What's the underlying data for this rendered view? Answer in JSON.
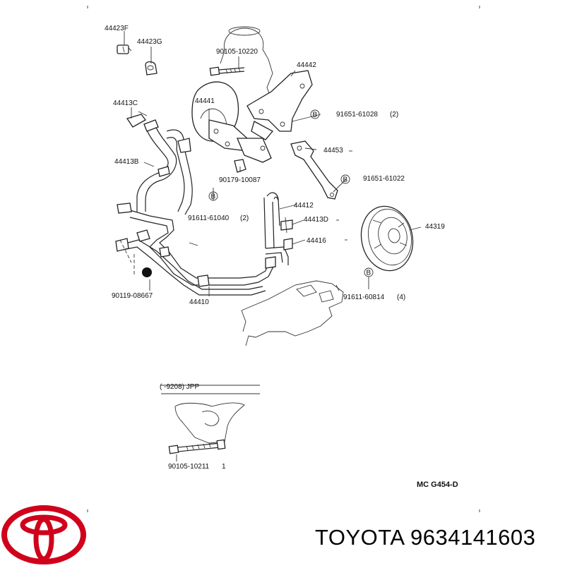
{
  "diagram": {
    "callouts": [
      {
        "id": "c1",
        "text": "44423F"
      },
      {
        "id": "c2",
        "text": "44423G"
      },
      {
        "id": "c3",
        "text": "90105-10220"
      },
      {
        "id": "c4",
        "text": "44442"
      },
      {
        "id": "c5",
        "text": "44441"
      },
      {
        "id": "c6",
        "text": "44413C"
      },
      {
        "id": "c7",
        "text": "91651-61028"
      },
      {
        "id": "c8",
        "text": "(2)"
      },
      {
        "id": "c9",
        "text": "44453"
      },
      {
        "id": "c10",
        "text": "44413B"
      },
      {
        "id": "c11",
        "text": "90179-10087"
      },
      {
        "id": "c12",
        "text": "91651-61022"
      },
      {
        "id": "c13",
        "text": "44412"
      },
      {
        "id": "c14",
        "text": "91611-61040"
      },
      {
        "id": "c15",
        "text": "(2)"
      },
      {
        "id": "c16",
        "text": "44413D"
      },
      {
        "id": "c17",
        "text": "44319"
      },
      {
        "id": "c18",
        "text": "44416"
      },
      {
        "id": "c19",
        "text": "90119-08667"
      },
      {
        "id": "c20",
        "text": "44410"
      },
      {
        "id": "c21",
        "text": "91611-60814"
      },
      {
        "id": "c22",
        "text": "(4)"
      },
      {
        "id": "c23",
        "text": "(  -9208) JPP"
      },
      {
        "id": "c24",
        "text": "90105-10211"
      },
      {
        "id": "c25",
        "text": "1"
      },
      {
        "id": "c26",
        "text": "MC G454-D"
      }
    ],
    "bolt_marker": "B"
  },
  "footer": {
    "brand_text": "TOYOTA 9634141603",
    "logo_color": "#d0021b"
  }
}
